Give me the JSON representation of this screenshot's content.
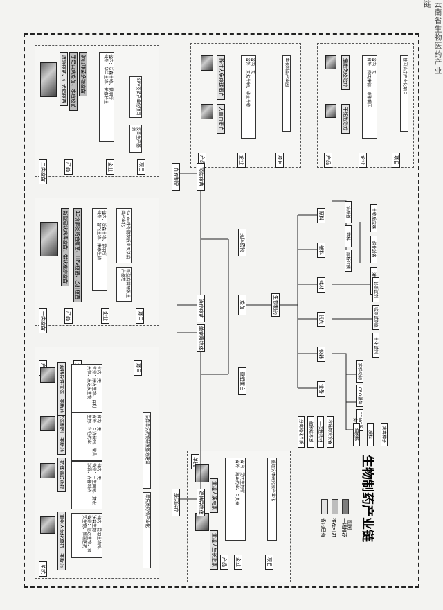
{
  "header": {
    "text": "云南省生物医药产业链"
  },
  "title": "生物制药产业链",
  "legend": {
    "label": "图例",
    "items": [
      {
        "text": "省内已有",
        "color": "#e3e3e3"
      },
      {
        "text": "推荐引进",
        "color": "#bdbdbd"
      },
      {
        "text": "一线推荐",
        "color": "#7d7d7d"
      }
    ]
  },
  "row_labels": {
    "product": "产品",
    "enterprise": "企业",
    "project": "项目"
  },
  "top_boxes": {
    "vaccine_small": {
      "tag": "单抗",
      "products": [
        "重组人胰岛素",
        "重组人生长激素"
      ],
      "enterprise": [
        "省内：昆明生物所\n省外：海正药业、百奥泰"
      ],
      "project": [
        "重组抗体研究及产业化"
      ]
    },
    "mab": {
      "tag": "单抗",
      "products": [
        "重组人源化单抗一类新药",
        "抗体偶联药物",
        "抗体制剂一类新药",
        "双特异性抗体一类新药"
      ],
      "enterprise": [
        "省内：昆明生物所、沃森生物\n省外：信达生物、君实生物、恒瑞医药",
        "省内：无\n省外：三生国健、复宏汉霖、齐鲁制药",
        "省内：无\n省外：百济神州、荣昌生物、科伦药业",
        "省内：无\n省外：康方生物、百利天恒、友芝友生物"
      ],
      "project": [
        "单抗类药物产业化",
        "沃森单抗药物研发基地建设"
      ]
    },
    "vaccine": {
      "tag": "一类疫苗",
      "products": [
        "新型冠状病毒疫苗、带状疱疹疫苗",
        "13价肺炎结合疫苗、HPV疫苗、乙肝疫苗"
      ],
      "enterprise": [
        "省内：沃森生物、昆明所\n省外：智飞生物、康泰生物"
      ],
      "project": [
        "Sabin株脊髓灰质炎灭活疫苗产业化",
        "新型疫苗研发生产基地"
      ]
    },
    "diag": {
      "tag": "二类疫苗",
      "products": [
        "流感疫苗、狂犬病疫苗",
        "手足口病疫苗、水痘疫苗",
        "肺炎球菌多糖疫苗"
      ],
      "enterprise": [
        "省内：沃森生物、昆明所\n省外：华兰生物、长春长生"
      ],
      "project": [
        "SPV疫苗产业化项目",
        "疫苗生产基地"
      ]
    },
    "plasma": {
      "tag": "血液制品",
      "products": [
        "静注人免疫球蛋白",
        "人血白蛋白"
      ],
      "enterprise": [
        "省内：无\n省外：天坛生物、华兰生物"
      ],
      "project": [
        "血液制品产业园"
      ]
    },
    "gene": {
      "tag": "基因治疗",
      "products": [
        "细胞免疫治疗",
        "干细胞治疗"
      ],
      "enterprise": [
        "省内：无\n省外：药明康德、博雅辑因"
      ],
      "project": [
        "基因治疗产业化项目"
      ]
    }
  },
  "tree": {
    "root": "生物制药",
    "mid": [
      "疫苗",
      "抗体药物",
      "重组蛋白"
    ],
    "top": [
      "预防疫苗",
      "治疗疫苗",
      "单克隆抗体",
      "双特异抗体",
      "血液制品",
      "基因治疗"
    ],
    "bottom": [
      "原料",
      "辅料",
      "耗材",
      "试剂",
      "仪器",
      "设备"
    ],
    "right_a": [
      "培养基",
      "填料",
      "层析介质"
    ],
    "right_b": [
      "生物反应器",
      "纯化设备",
      "灌装设备"
    ],
    "left_a": [
      "分离纯化介质",
      "细胞培养基",
      "一次性耗材",
      "冷链物流设备"
    ],
    "left_b": [
      "细胞株",
      "质粒",
      "病毒种子"
    ],
    "mid_b": [
      "诊断试剂",
      "检测试剂盒",
      "生化试剂"
    ],
    "side_a": [
      "实验动物",
      "CRO服务",
      "CDMO服务"
    ]
  }
}
